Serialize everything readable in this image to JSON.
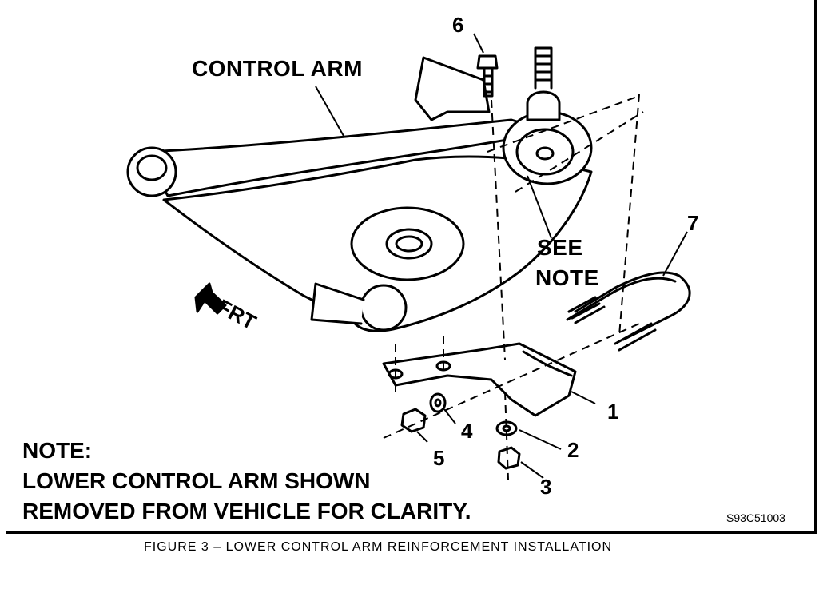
{
  "figure": {
    "caption": "FIGURE 3 – LOWER CONTROL ARM REINFORCEMENT INSTALLATION",
    "code": "S93C51003"
  },
  "labels": {
    "control_arm": "CONTROL ARM",
    "see_note_line1": "SEE",
    "see_note_line2": "NOTE",
    "front": "FRT",
    "callouts": [
      "1",
      "2",
      "3",
      "4",
      "5",
      "6",
      "7"
    ]
  },
  "note": {
    "heading": "NOTE:",
    "line1": "LOWER CONTROL ARM SHOWN",
    "line2": "REMOVED FROM VEHICLE FOR CLARITY."
  }
}
